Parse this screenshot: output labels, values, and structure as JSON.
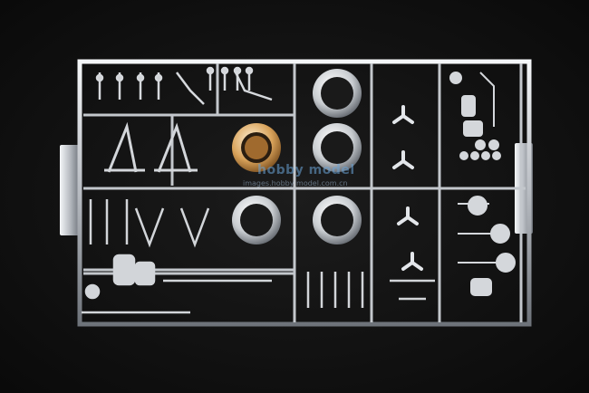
{
  "photo": {
    "subject": "Chrome-plated model kit sprue (parts tree) on dark background",
    "background_color": "#111111",
    "metal_color": "#c8ccd0",
    "highlight_color": "#f4f6f8",
    "shadow_color": "#6e737a",
    "accent_ring_color": "#c98a3c"
  },
  "watermark": {
    "brand": "hobby model",
    "url": "images.hobby model.com.cn"
  }
}
